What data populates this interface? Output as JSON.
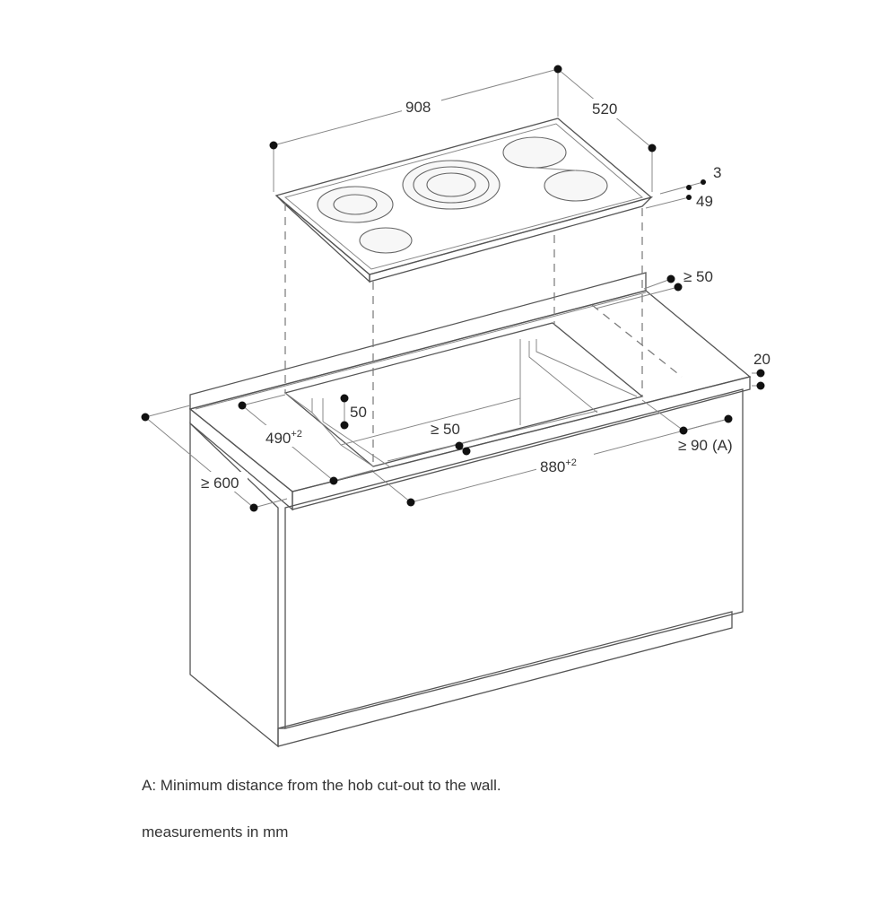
{
  "dimensions": {
    "hob_width": "908",
    "hob_depth": "520",
    "glass_thickness": "3",
    "installation_depth": "49",
    "rear_clearance": "≥ 50",
    "worktop_thickness": "20",
    "cutout_depth": "490",
    "cutout_depth_tolerance": "+2",
    "cutout_width": "880",
    "cutout_width_tolerance": "+2",
    "cabinet_depth": "≥ 600",
    "front_clearance": "50",
    "side_clearance": "≥ 50",
    "wall_distance": "≥ 90",
    "wall_distance_ref": "(A)"
  },
  "notes": {
    "legend_a": "A: Minimum distance from the hob cut-out to the wall.",
    "units": "measurements in mm"
  }
}
